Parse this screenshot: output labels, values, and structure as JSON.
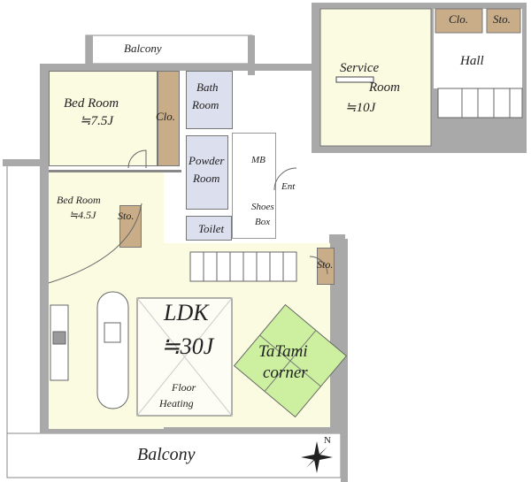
{
  "rooms": {
    "balcony_top": "Balcony",
    "bed1": {
      "name": "Bed Room",
      "size": "≒7.5J"
    },
    "clo1": "Clo.",
    "bath": {
      "line1": "Bath",
      "line2": "Room"
    },
    "powder": {
      "line1": "Powder",
      "line2": "Room"
    },
    "mb": "MB",
    "ent": "Ent",
    "shoes": {
      "line1": "Shoes",
      "line2": "Box"
    },
    "toilet": "Toilet",
    "bed2": {
      "name": "Bed Room",
      "size": "≒4.5J"
    },
    "sto1": "Sto.",
    "ldk": {
      "name": "LDK",
      "size": "≒30J"
    },
    "floor_heating": {
      "line1": "Floor",
      "line2": "Heating"
    },
    "tatami": {
      "line1": "TaTami",
      "line2": "corner"
    },
    "sto2": "Sto.",
    "balcony_bottom": "Balcony",
    "service": {
      "line1": "Service",
      "line2": "Room",
      "size": "≒10J"
    },
    "hall": "Hall",
    "clo2": "Clo.",
    "sto3": "Sto.",
    "compass": "N"
  },
  "colors": {
    "room": "#fbfbe2",
    "storage": "#c9ad88",
    "wet": "#dcdfee",
    "tatami": "#ccf0a0",
    "wall": "#a9a9a9"
  }
}
